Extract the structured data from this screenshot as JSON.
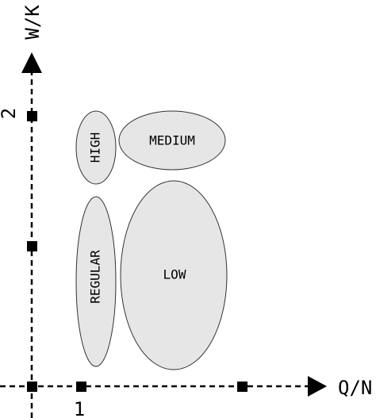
{
  "axes": {
    "x_title": "Q/N",
    "y_title": "W/K",
    "x_tick_label": "1",
    "y_tick_label": "2"
  },
  "regions": {
    "high": "HIGH",
    "medium": "MEDIUM",
    "regular": "REGULAR",
    "low": "LOW"
  },
  "colors": {
    "region_fill": "#e6e6e6",
    "axis": "#000000"
  }
}
